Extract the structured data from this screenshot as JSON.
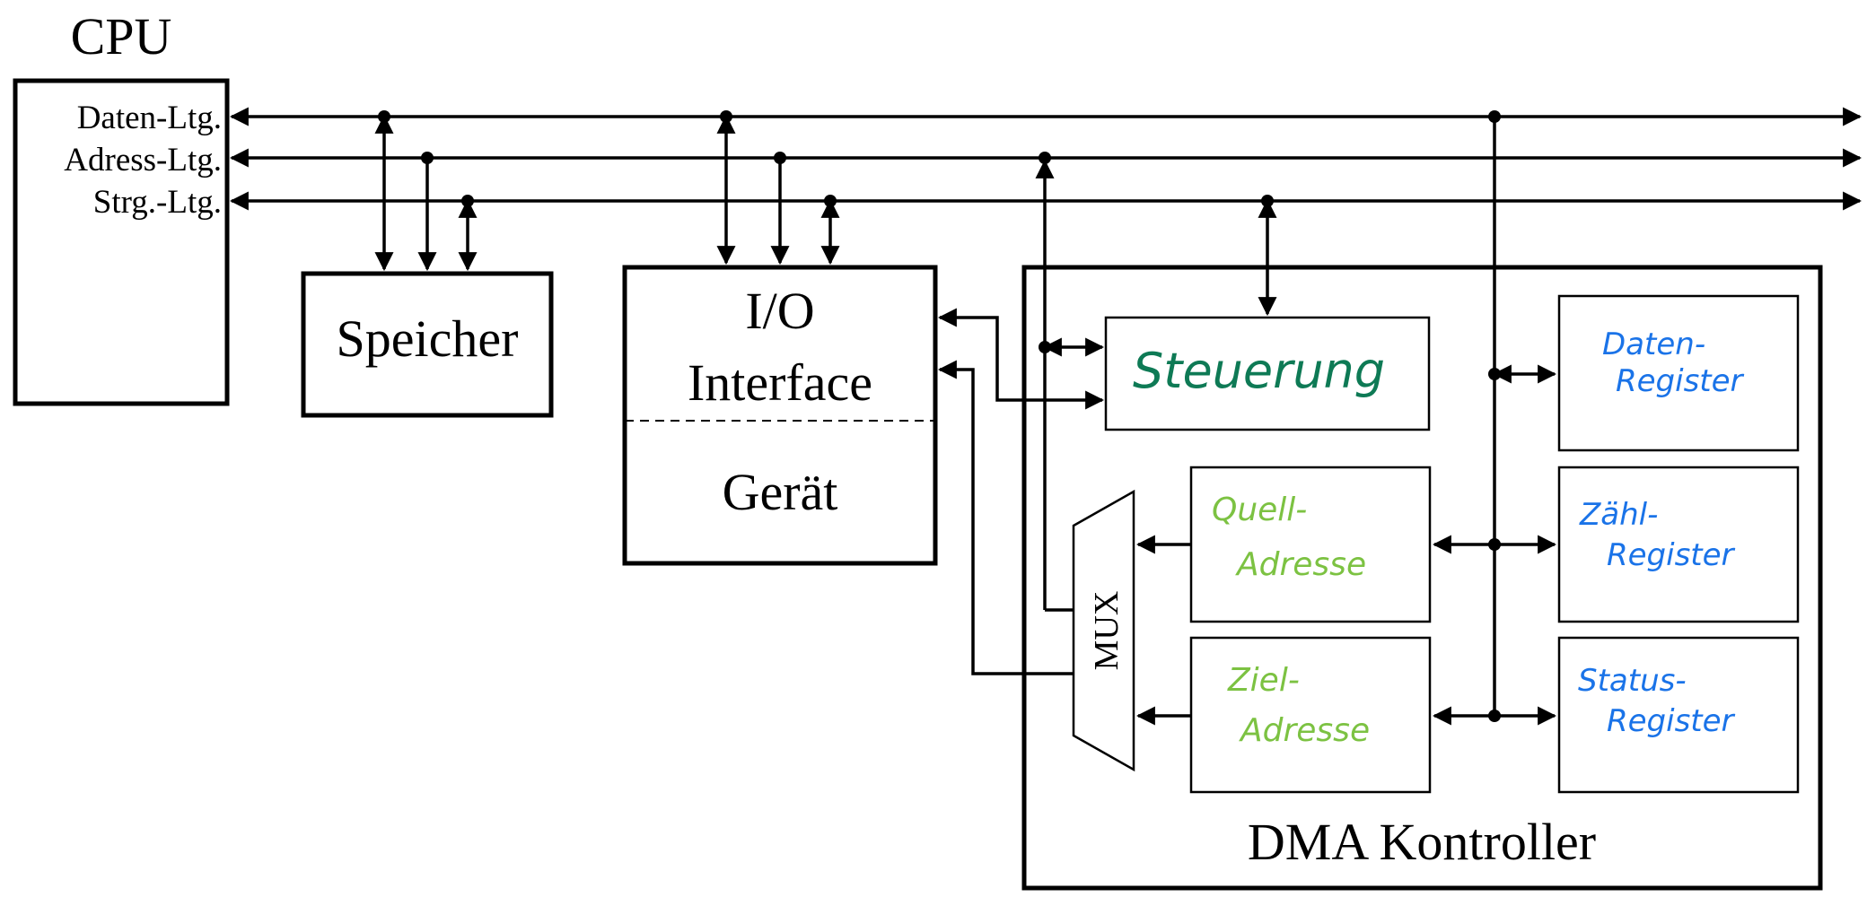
{
  "cpu": {
    "title": "CPU",
    "lines": [
      "Daten-Ltg.",
      "Adress-Ltg.",
      "Strg.-Ltg."
    ]
  },
  "memory": {
    "label": "Speicher"
  },
  "io": {
    "line1": "I/O",
    "line2": "Interface",
    "device": "Gerät"
  },
  "dma": {
    "title": "DMA Kontroller",
    "control": "Steuerung",
    "mux": "MUX",
    "source": [
      "Quell-",
      "Adresse"
    ],
    "target": [
      "Ziel-",
      "Adresse"
    ],
    "data_reg": [
      "Daten-",
      "Register"
    ],
    "count_reg": [
      "Zähl-",
      "Register"
    ],
    "status_reg": [
      "Status-",
      "Register"
    ]
  },
  "colors": {
    "control": "#0e7a55",
    "address": "#7cc242",
    "register": "#1a73e8"
  }
}
